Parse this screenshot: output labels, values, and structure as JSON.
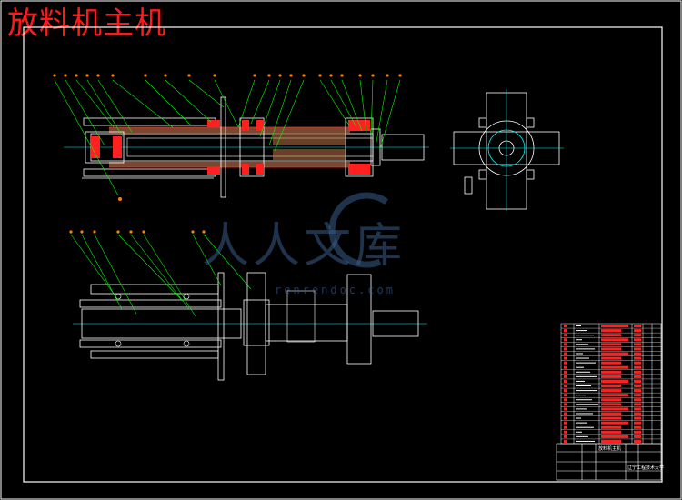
{
  "title": "放料机主机",
  "watermark": {
    "cn": "人人文库",
    "url": "renrendoc.com"
  },
  "title_block": {
    "drawing_name": "放料机主机",
    "school": "辽宁工程技术大学"
  },
  "colors": {
    "background": "#000000",
    "frame": "#ffffff",
    "title": "#ff1a1a",
    "leader": "#00ff00",
    "part": "#ffffff",
    "section": "#ff2020",
    "axis": "#00ffff",
    "balloon": "#ff8000"
  }
}
